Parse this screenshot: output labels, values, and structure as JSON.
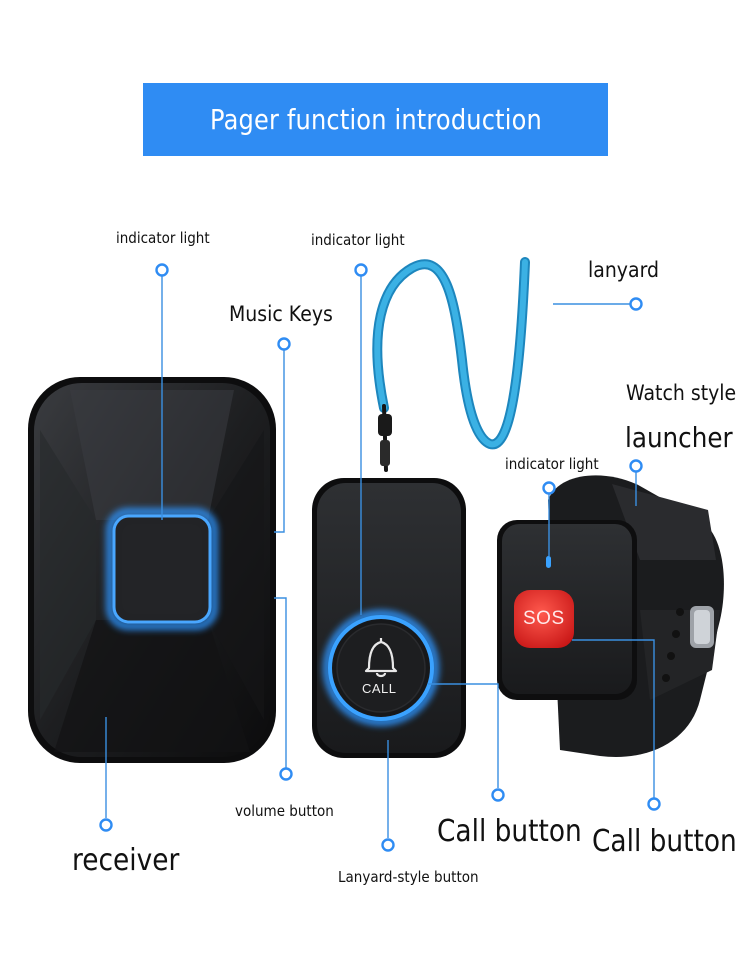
{
  "header": {
    "title": "Pager function introduction"
  },
  "colors": {
    "banner": "#2f8cf3",
    "leader": "#3a8fe0",
    "device_body": "#1e1f21",
    "glow": "#2f95ff",
    "lanyard": "#2a9ad0",
    "sos": "#e12a2a"
  },
  "labels": {
    "receiver_indicator": "indicator light",
    "music_keys": "Music Keys",
    "lanyard_indicator": "indicator light",
    "lanyard": "lanyard",
    "watch_style": "Watch style",
    "launcher": "launcher",
    "watch_indicator": "indicator light",
    "volume_button": "volume button",
    "receiver": "receiver",
    "lanyard_style_button": "Lanyard-style button",
    "call_button_1": "Call button",
    "call_button_2": "Call button"
  },
  "devices": {
    "call_key": "CALL",
    "sos_key": "SOS"
  },
  "icons": {
    "bell": "bell-icon"
  }
}
